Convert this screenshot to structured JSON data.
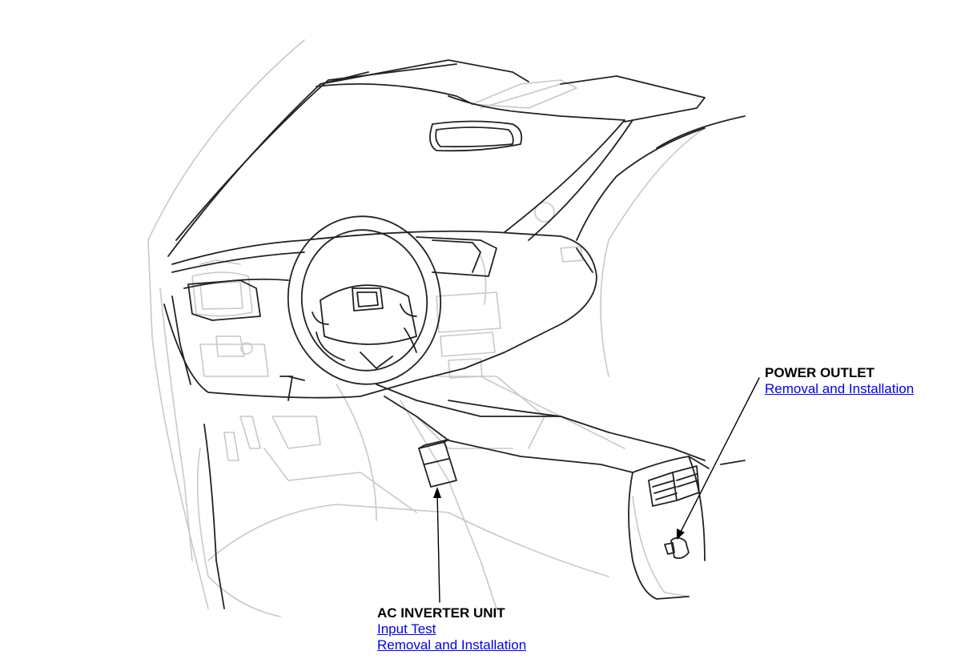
{
  "callouts": {
    "power_outlet": {
      "title": "POWER OUTLET",
      "links": [
        "Removal and Installation"
      ]
    },
    "ac_inverter": {
      "title": "AC INVERTER UNIT",
      "links": [
        "Input Test",
        "Removal and Installation"
      ]
    }
  },
  "colors": {
    "link": "#0000ee",
    "line_dark": "#222222",
    "line_light": "#c8c8c8"
  }
}
